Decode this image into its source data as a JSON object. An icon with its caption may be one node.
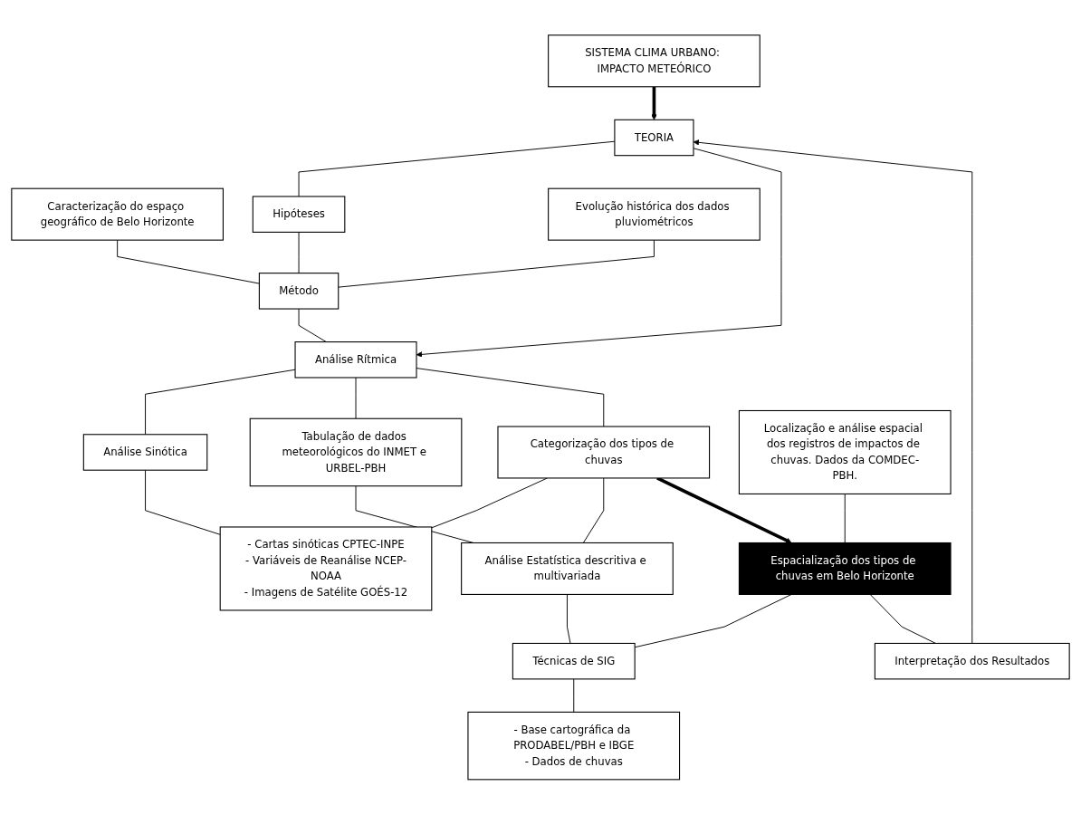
{
  "diagram": {
    "nodes": [
      {
        "text": [
          "SISTEMA CLIMA URBANO: IMPACTO METEÓRICO"
        ]
      },
      {
        "text": [
          "TEORIA"
        ]
      },
      {
        "text": [
          "Caracterização do espaço geográfico de Belo Horizonte"
        ]
      },
      {
        "text": [
          "Hipóteses"
        ]
      },
      {
        "text": [
          "Evolução histórica dos dados pluviométricos"
        ]
      },
      {
        "text": [
          "Método"
        ]
      },
      {
        "text": [
          "Análise Sinótica"
        ]
      },
      {
        "text": [
          "Análise Rítmica"
        ]
      },
      {
        "text": [
          "Tabulação de dados meteorológicos do INMET e URBEL-PBH"
        ]
      },
      {
        "text": [
          "- Cartas sinóticas CPTEC-INPE",
          "- Variáveis de Reanálise NCEP-NOAA",
          "- Imagens de Satélite GOÉS-12"
        ]
      },
      {
        "text": [
          "Categorização dos tipos de chuvas"
        ]
      },
      {
        "text": [
          "Análise Estatística descritiva e multivariada"
        ]
      },
      {
        "text": [
          "Espacialização dos tipos de chuvas em Belo Horizonte"
        ]
      },
      {
        "text": [
          "Técnicas de SIG"
        ]
      },
      {
        "text": [
          "Localização e análise espacial dos registros de impactos de chuvas. Dados da COMDEC-PBH."
        ]
      },
      {
        "text": [
          "Interpretação dos Resultados"
        ]
      },
      {
        "text": [
          "- Base cartográfica da PRODABEL/PBH e IBGE",
          "- Dados de chuvas"
        ]
      }
    ],
    "edges": [
      {
        "from": 0,
        "to": 1,
        "arrow": "to",
        "style": "thick"
      },
      {
        "from": 1,
        "to": 3,
        "arrow": "none"
      },
      {
        "from": 2,
        "to": 5,
        "arrow": "none"
      },
      {
        "from": 3,
        "to": 5,
        "arrow": "none"
      },
      {
        "from": 4,
        "to": 5,
        "arrow": "none"
      },
      {
        "from": 1,
        "to": 7,
        "arrow": "to"
      },
      {
        "from": 5,
        "to": 7,
        "arrow": "none"
      },
      {
        "from": 7,
        "to": 6,
        "arrow": "none"
      },
      {
        "from": 7,
        "to": 8,
        "arrow": "none"
      },
      {
        "from": 6,
        "to": 9,
        "arrow": "none"
      },
      {
        "from": 7,
        "to": 10,
        "arrow": "none"
      },
      {
        "from": 10,
        "to": 9,
        "arrow": "none"
      },
      {
        "from": 10,
        "to": 11,
        "arrow": "none"
      },
      {
        "from": 8,
        "to": 11,
        "arrow": "none"
      },
      {
        "from": 10,
        "to": 12,
        "arrow": "to",
        "style": "thick"
      },
      {
        "from": 14,
        "to": 12,
        "arrow": "none"
      },
      {
        "from": 12,
        "to": 13,
        "arrow": "none"
      },
      {
        "from": 11,
        "to": 13,
        "arrow": "none"
      },
      {
        "from": 13,
        "to": 16,
        "arrow": "none"
      },
      {
        "from": 12,
        "to": 15,
        "arrow": "none"
      },
      {
        "from": 15,
        "to": 1,
        "arrow": "to"
      }
    ]
  }
}
